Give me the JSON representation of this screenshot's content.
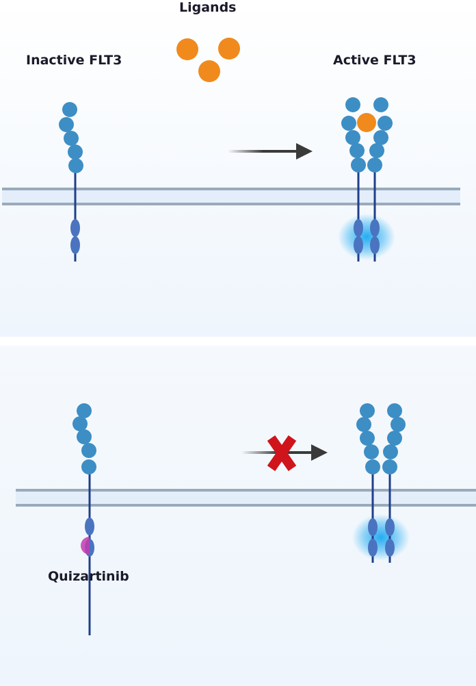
{
  "labels": {
    "ligands": "Ligands",
    "inactive": "Inactive FLT3",
    "active": "Active FLT3",
    "inhibitor": "Quizartinib"
  },
  "colors": {
    "domain": "#3d8ec4",
    "stalk": "#1f3f8a",
    "kinase": "#4a74c0",
    "glow": "#1aa8f0",
    "ligand": "#f08a1c",
    "membrane": "#9aaabb",
    "inhibitor": "#c23bb0",
    "block": "#d0141c",
    "arrow": "#3a3a3a"
  }
}
